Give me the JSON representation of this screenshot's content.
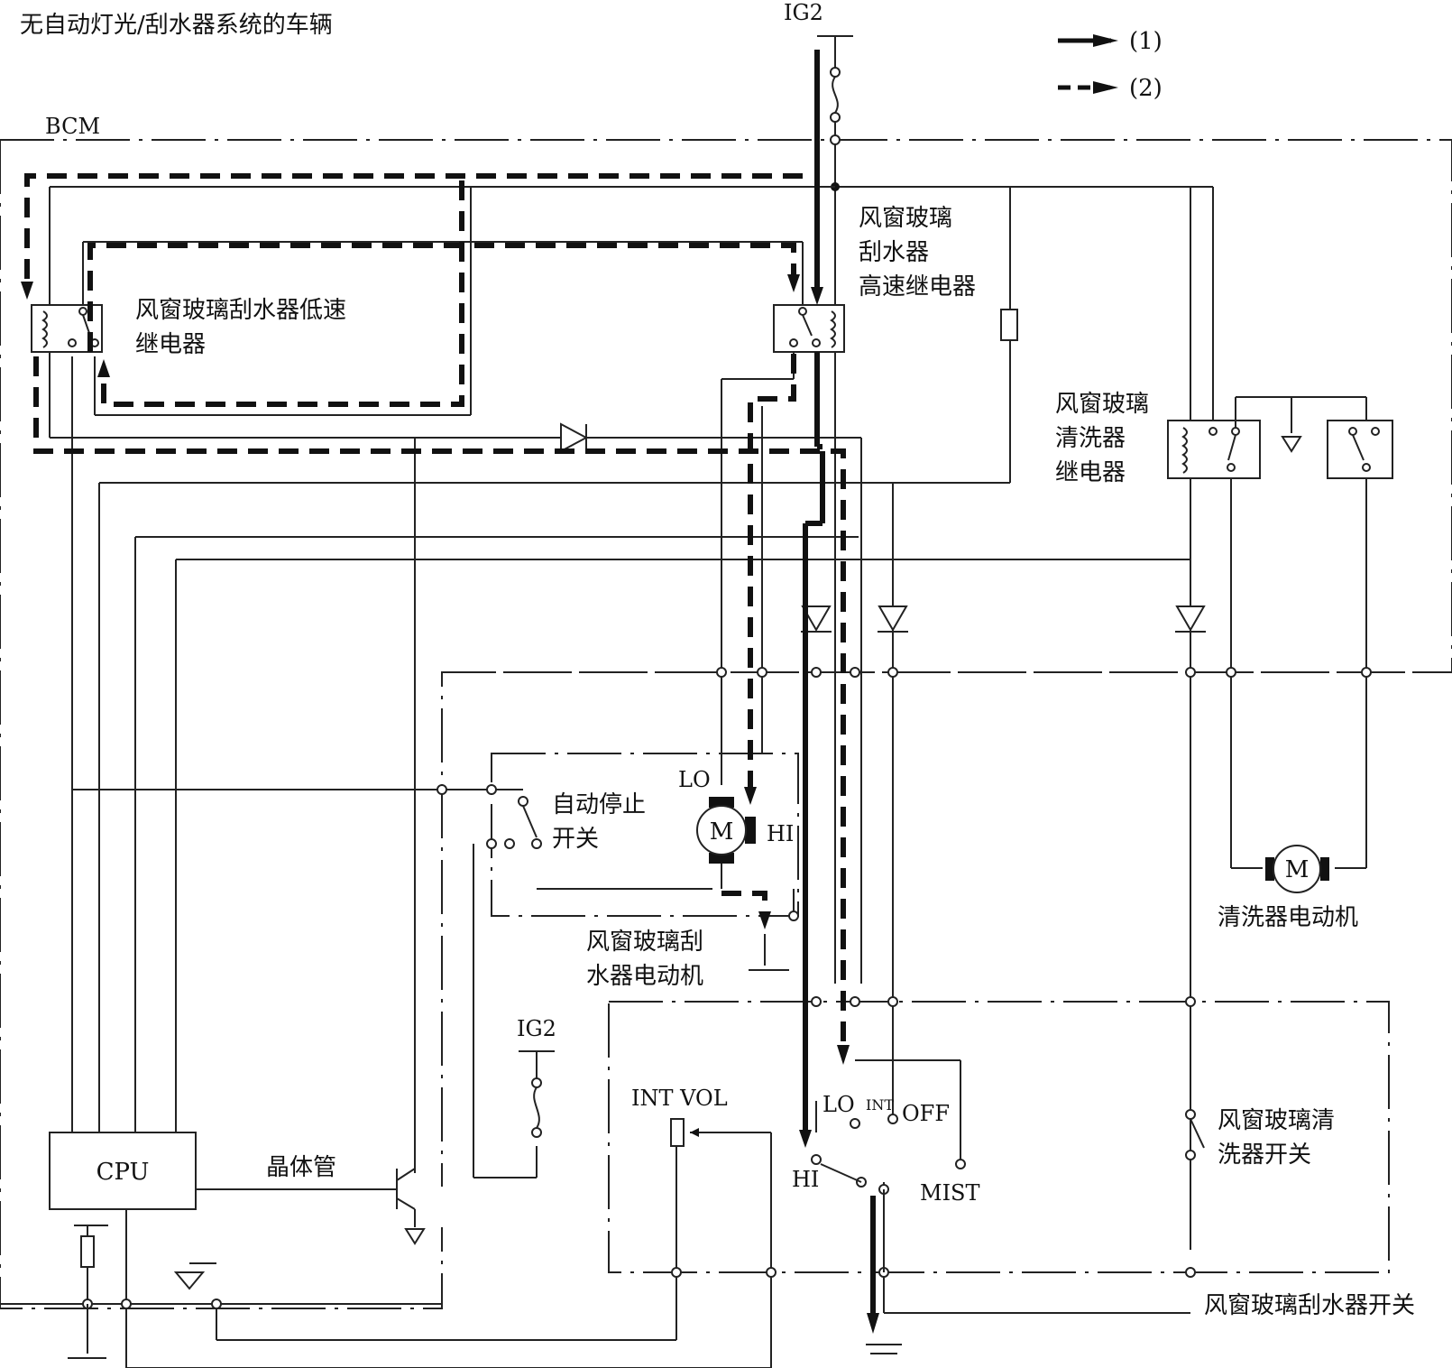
{
  "title": "无自动灯光/刮水器系统的车辆",
  "legend": {
    "item1": "(1)",
    "item2": "(2)"
  },
  "power": {
    "ig2_top": "IG2",
    "ig2_bottom": "IG2"
  },
  "bcm_label": "BCM",
  "components": {
    "low_relay_line1": "风窗玻璃刮水器低速",
    "low_relay_line2": "继电器",
    "high_relay_line1": "风窗玻璃",
    "high_relay_line2": "刮水器",
    "high_relay_line3": "高速继电器",
    "washer_relay_line1": "风窗玻璃",
    "washer_relay_line2": "清洗器",
    "washer_relay_line3": "继电器",
    "auto_stop_line1": "自动停止",
    "auto_stop_line2": "开关",
    "wiper_motor_line1": "风窗玻璃刮",
    "wiper_motor_line2": "水器电动机",
    "washer_motor": "清洗器电动机",
    "washer_switch_line1": "风窗玻璃清",
    "washer_switch_line2": "洗器开关",
    "wiper_switch": "风窗玻璃刮水器开关",
    "cpu": "CPU",
    "transistor": "晶体管",
    "motor_symbol": "M",
    "washer_motor_symbol": "M"
  },
  "switch_positions": {
    "lo": "LO",
    "int": "INT",
    "off": "OFF",
    "hi": "HI",
    "mist": "MIST",
    "int_vol": "INT VOL"
  },
  "motor_terminals": {
    "lo": "LO",
    "hi": "HI"
  }
}
